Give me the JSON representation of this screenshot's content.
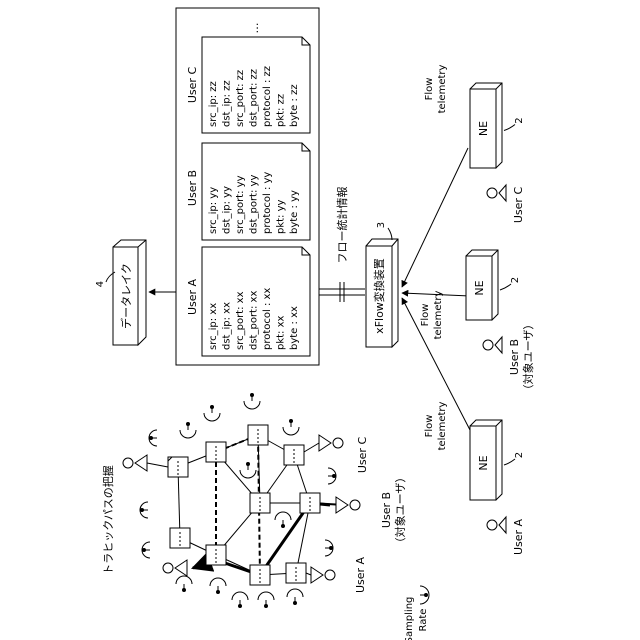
{
  "network_title": "トラヒックパスの把握",
  "legend_label_line1": "Sampling",
  "legend_label_line2": "Rate",
  "left_users": {
    "a": "User A",
    "b_line1": "User B",
    "b_line2": "（対象ユーザ）",
    "c": "User C"
  },
  "datalake": {
    "label": "データレイク",
    "ref": "4"
  },
  "xflow": {
    "label": "xFlow変換装置",
    "ref": "3"
  },
  "flow_stats": "フロー統計情報",
  "ellipsis": "…",
  "cards": [
    {
      "user": "User A",
      "lines": [
        "src_ip: xx",
        "dst_ip: xx",
        "src_port: xx",
        "dst_port: xx",
        "protocol : xx",
        "pkt: xx",
        "byte : xx"
      ]
    },
    {
      "user": "User B",
      "lines": [
        "src_ip: yy",
        "dst_ip: yy",
        "src_port: yy",
        "dst_port: yy",
        "protocol : yy",
        "pkt: yy",
        "byte : yy"
      ]
    },
    {
      "user": "User C",
      "lines": [
        "src_ip: zz",
        "dst_ip: zz",
        "src_port: zz",
        "dst_port: zz",
        "protocol : zz",
        "pkt: zz",
        "byte : zz"
      ]
    }
  ],
  "ne_devices": [
    {
      "label": "NE",
      "ref": "2",
      "flow_line1": "Flow",
      "flow_line2": "telemetry",
      "user_line1": "User A",
      "user_line2": ""
    },
    {
      "label": "NE",
      "ref": "2",
      "flow_line1": "Flow",
      "flow_line2": "telemetry",
      "user_line1": "User B",
      "user_line2": "（対象ユーザ）"
    },
    {
      "label": "NE",
      "ref": "2",
      "flow_line1": "Flow",
      "flow_line2": "telemetry",
      "user_line1": "User C",
      "user_line2": ""
    }
  ]
}
